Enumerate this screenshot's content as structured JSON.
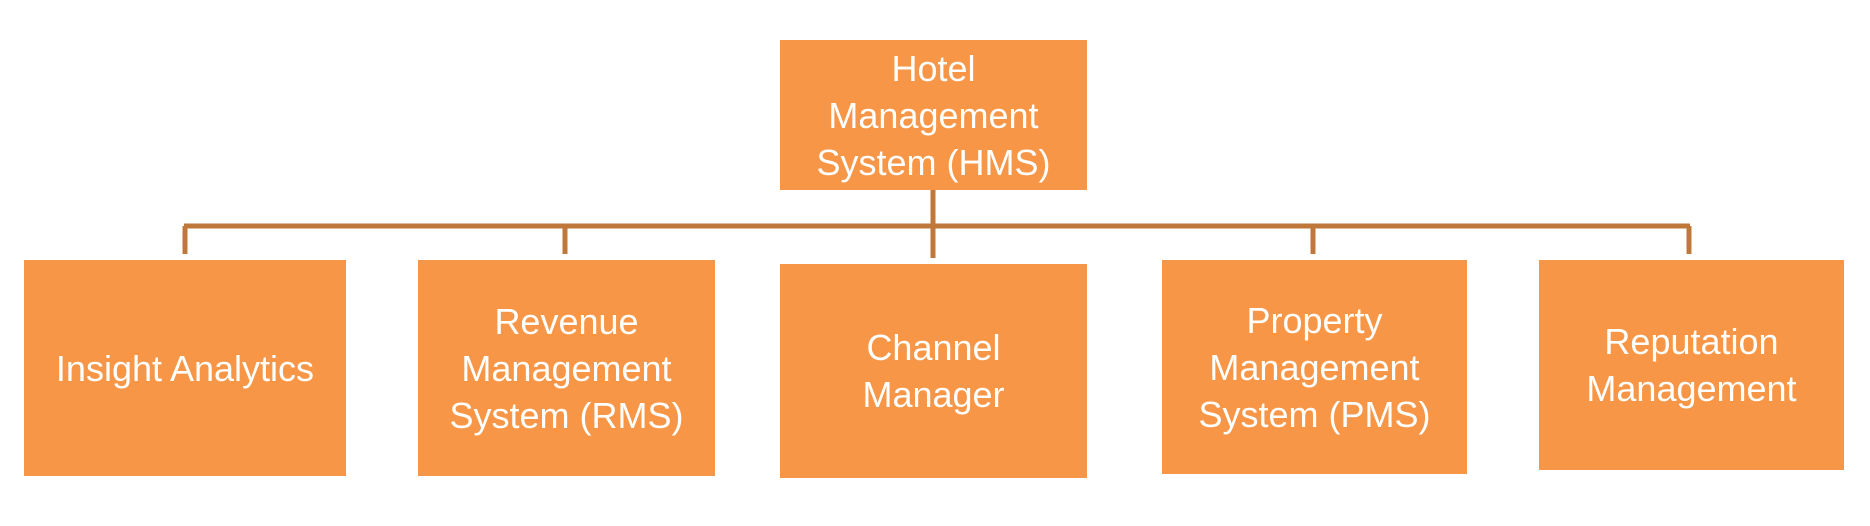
{
  "diagram": {
    "root": {
      "label": "Hotel\nManagement\nSystem (HMS)"
    },
    "children": [
      {
        "label": "Insight Analytics"
      },
      {
        "label": "Revenue\nManagement\nSystem (RMS)"
      },
      {
        "label": "Channel\nManager"
      },
      {
        "label": "Property\nManagement\nSystem (PMS)"
      },
      {
        "label": "Reputation\nManagement"
      }
    ]
  },
  "colors": {
    "box_fill": "#F79646",
    "text": "#FFFFFF",
    "connector": "#C0773A"
  }
}
